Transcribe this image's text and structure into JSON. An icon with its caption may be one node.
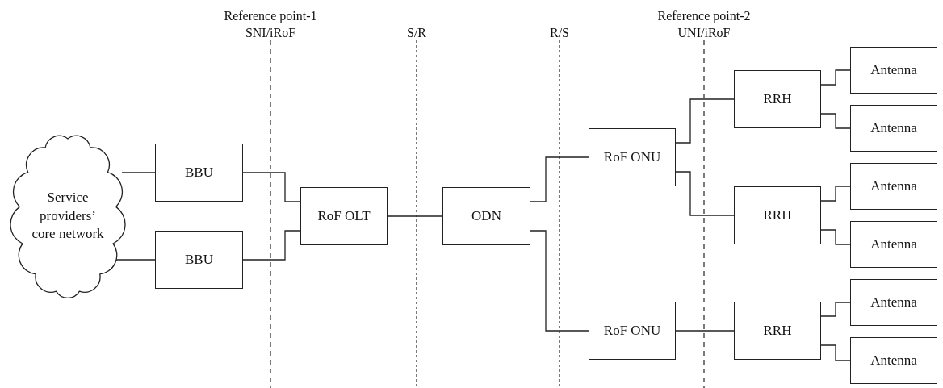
{
  "diagram": {
    "nodes": [
      {
        "text": [
          "Service providers’ core network"
        ]
      },
      {
        "text": [
          "BBU"
        ]
      },
      {
        "text": [
          "BBU"
        ]
      },
      {
        "text": [
          "RoF OLT"
        ]
      },
      {
        "text": [
          "ODN"
        ]
      },
      {
        "text": [
          "RoF ONU"
        ]
      },
      {
        "text": [
          "RoF ONU"
        ]
      },
      {
        "text": [
          "RRH"
        ]
      },
      {
        "text": [
          "RRH"
        ]
      },
      {
        "text": [
          "RRH"
        ]
      },
      {
        "text": [
          "Antenna"
        ]
      },
      {
        "text": [
          "Antenna"
        ]
      },
      {
        "text": [
          "Antenna"
        ]
      },
      {
        "text": [
          "Antenna"
        ]
      },
      {
        "text": [
          "Antenna"
        ]
      },
      {
        "text": [
          "Antenna"
        ]
      }
    ],
    "edges": [
      {
        "from": 0,
        "to": 1,
        "arrow": "none"
      },
      {
        "from": 0,
        "to": 2,
        "arrow": "none"
      },
      {
        "from": 1,
        "to": 3,
        "arrow": "none"
      },
      {
        "from": 2,
        "to": 3,
        "arrow": "none"
      },
      {
        "from": 3,
        "to": 4,
        "arrow": "none"
      },
      {
        "from": 4,
        "to": 5,
        "arrow": "none"
      },
      {
        "from": 4,
        "to": 6,
        "arrow": "none"
      },
      {
        "from": 5,
        "to": 7,
        "arrow": "none"
      },
      {
        "from": 5,
        "to": 8,
        "arrow": "none"
      },
      {
        "from": 6,
        "to": 9,
        "arrow": "none"
      },
      {
        "from": 7,
        "to": 10,
        "arrow": "none"
      },
      {
        "from": 7,
        "to": 11,
        "arrow": "none"
      },
      {
        "from": 8,
        "to": 12,
        "arrow": "none"
      },
      {
        "from": 8,
        "to": 13,
        "arrow": "none"
      },
      {
        "from": 9,
        "to": 14,
        "arrow": "none"
      },
      {
        "from": 9,
        "to": 15,
        "arrow": "none"
      }
    ],
    "labels": [
      "Reference point-1",
      "SNI/iRoF",
      "S/R",
      "R/S",
      "Reference point-2",
      "UNI/iRoF"
    ]
  }
}
